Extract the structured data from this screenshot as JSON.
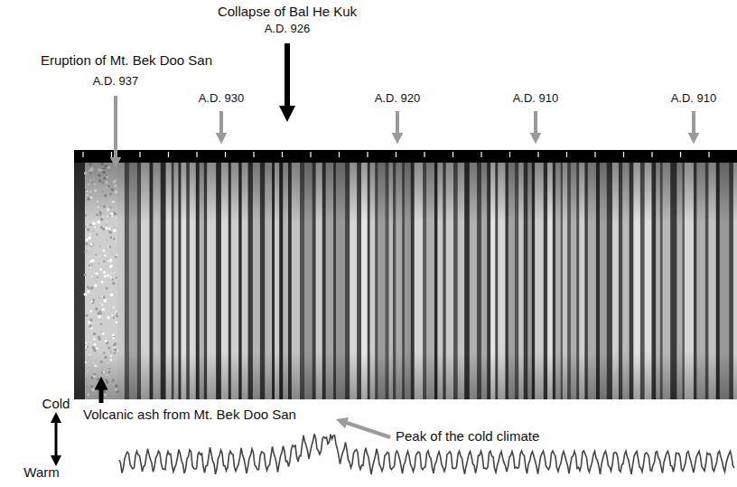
{
  "diagram": {
    "labels": [
      "Collapse of Bal He Kuk",
      "A.D. 926",
      "Eruption of Mt. Bek Doo San",
      "A.D. 937",
      "A.D. 930",
      "A.D. 920",
      "A.D. 910",
      "A.D. 910",
      "Volcanic ash from Mt. Bek Doo San",
      "Peak of the cold climate",
      "Cold",
      "Warm"
    ]
  }
}
